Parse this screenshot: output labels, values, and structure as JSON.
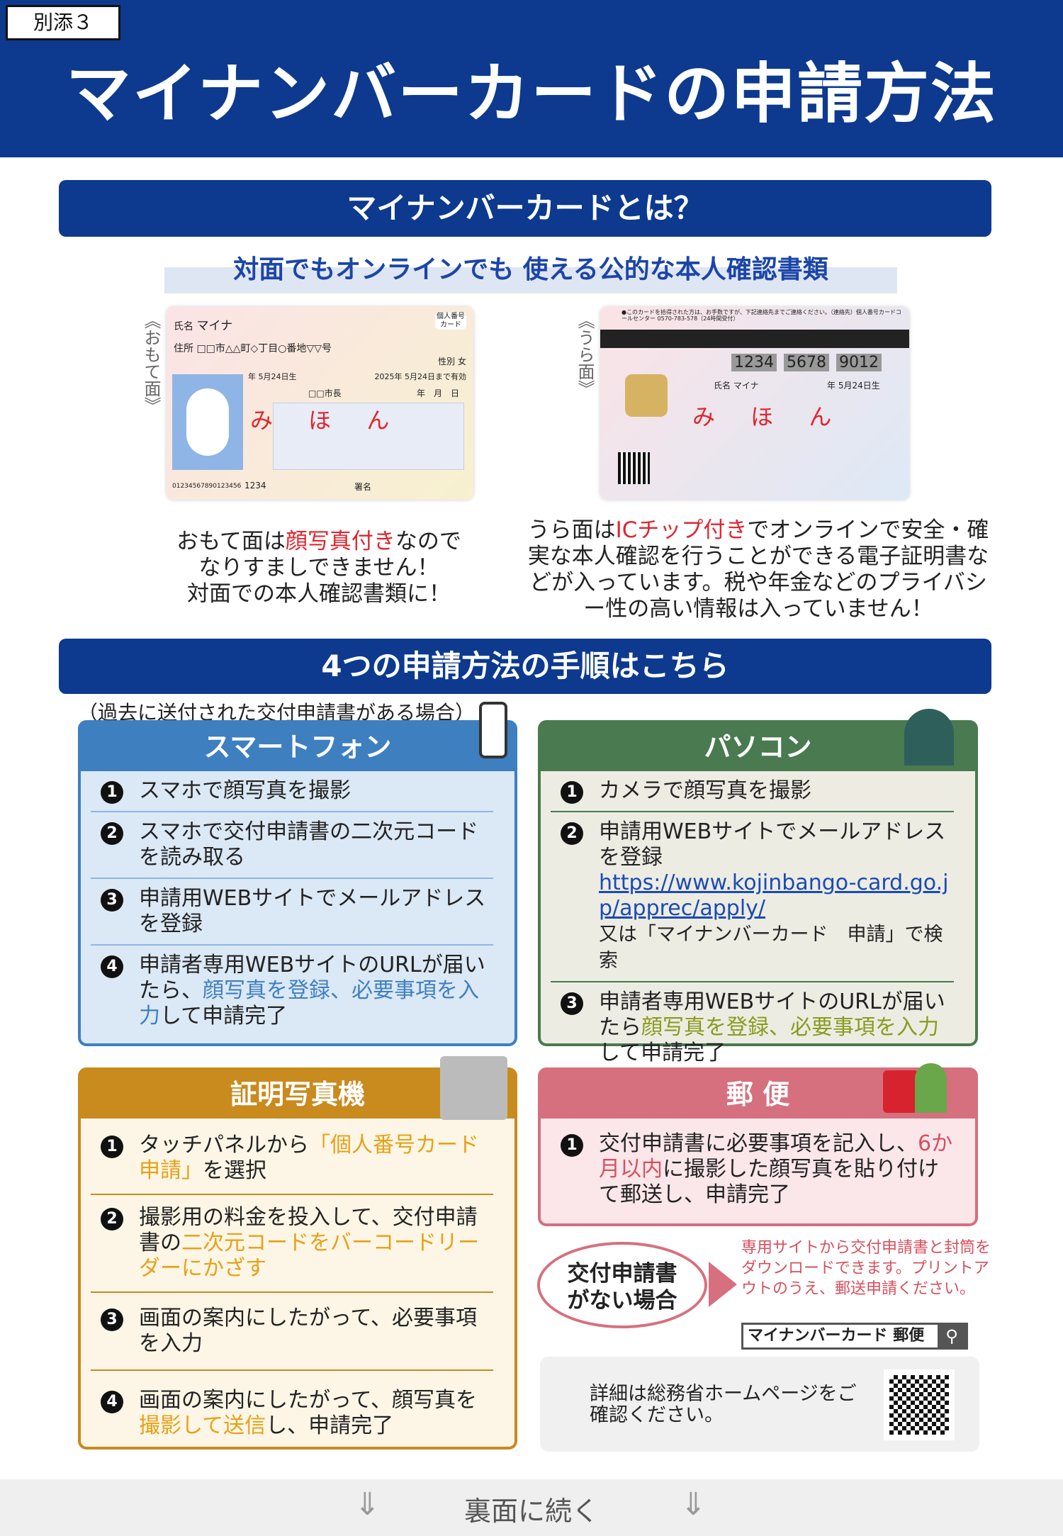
{
  "header": {
    "tag": "別添３",
    "title": "マイナンバーカードの申請方法"
  },
  "about": {
    "heading": "マイナンバーカードとは？",
    "subtitle": "対面でもオンラインでも 使える公的な本人確認書類",
    "front_label": "《おもて面》",
    "back_label": "《うら面》",
    "front_card": {
      "name_label": "氏名",
      "name": "マイナ",
      "addr_label": "住所",
      "address": "□□市△△町◇丁目○番地▽▽号",
      "sex": "性別 女",
      "birth": "年 5月24日生",
      "valid": "2025年 5月24日まで有効",
      "mayor": "□□市長",
      "date": "年　月　日",
      "number": "0123456789012345​6",
      "code": "1234",
      "sign": "署名",
      "mihon": "み ほ ん",
      "badge": "個人番号カード"
    },
    "back_card": {
      "notice": "●このカードを拾得された方は、お手数ですが、下記連絡先までご連絡ください。（連絡先）個人番号カードコールセンター 0570-783-578（24時間受付）",
      "nums": [
        "1234",
        "5678",
        "9012"
      ],
      "name_label": "氏名",
      "name": "マイナ",
      "birth": "年 5月24日生",
      "mihon": "み ほ ん"
    },
    "front_caption": [
      "おもて面は",
      "顔写真付き",
      "なので",
      "なりすましできません！",
      "対面での本人確認書類に！"
    ],
    "back_caption": [
      "うら面は",
      "ICチップ付き",
      "でオンラインで安全・確実な本人確認を行うことができる電子証明書などが入っています。税や年金などのプライバシー性の高い情報は入っていません！"
    ]
  },
  "methods": {
    "heading": "4つの申請方法の手順はこちら",
    "note": "（過去に送付された交付申請書がある場合）",
    "smartphone": {
      "title": "スマートフォン",
      "items": [
        [
          "スマホで顔写真を撮影"
        ],
        [
          "スマホで交付申請書の二次元コードを読み取る"
        ],
        [
          "申請用WEBサイトでメールアドレスを登録"
        ],
        [
          "申請者専用WEBサイトのURLが届いたら、",
          "顔写真を登録、必要事項を入力",
          "して申請完了"
        ]
      ]
    },
    "pc": {
      "title": "パソコン",
      "items": [
        [
          "カメラで顔写真を撮影"
        ],
        [
          "申請用WEBサイトでメールアドレスを登録"
        ],
        [
          "申請者専用WEBサイトのURLが届いたら",
          "顔写真を登録、必要事項を入力",
          "して申請完了"
        ]
      ],
      "url": "https://www.kojinbango-card.go.jp/apprec/apply/",
      "search_note": "又は「マイナンバーカード　申請」で検索"
    },
    "photo_booth": {
      "title": "証明写真機",
      "items": [
        [
          "タッチパネルから",
          "「個人番号カード申請」",
          "を選択"
        ],
        [
          "撮影用の料金を投入して、交付申請書の",
          "二次元コードをバーコードリーダーにかざす",
          ""
        ],
        [
          "画面の案内にしたがって、必要事項を入力"
        ],
        [
          "画面の案内にしたがって、顔写真を",
          "撮影して送信",
          "し、申請完了"
        ]
      ]
    },
    "mail": {
      "title": "郵 便",
      "items": [
        [
          "交付申請書に必要事項を記入し、",
          "6か月以内",
          "に撮影した顔写真を貼り付けて郵送し、申請完了"
        ]
      ]
    },
    "no_form": {
      "label": "交付申請書がない場合",
      "text": "専用サイトから交付申請書と封筒をダウンロードできます。プリントアウトのうえ、郵送申請ください。",
      "search": "マイナンバーカード 郵便"
    },
    "details": "詳細は総務省ホームページをご確認ください。"
  },
  "footer": {
    "text": "裏面に続く"
  }
}
